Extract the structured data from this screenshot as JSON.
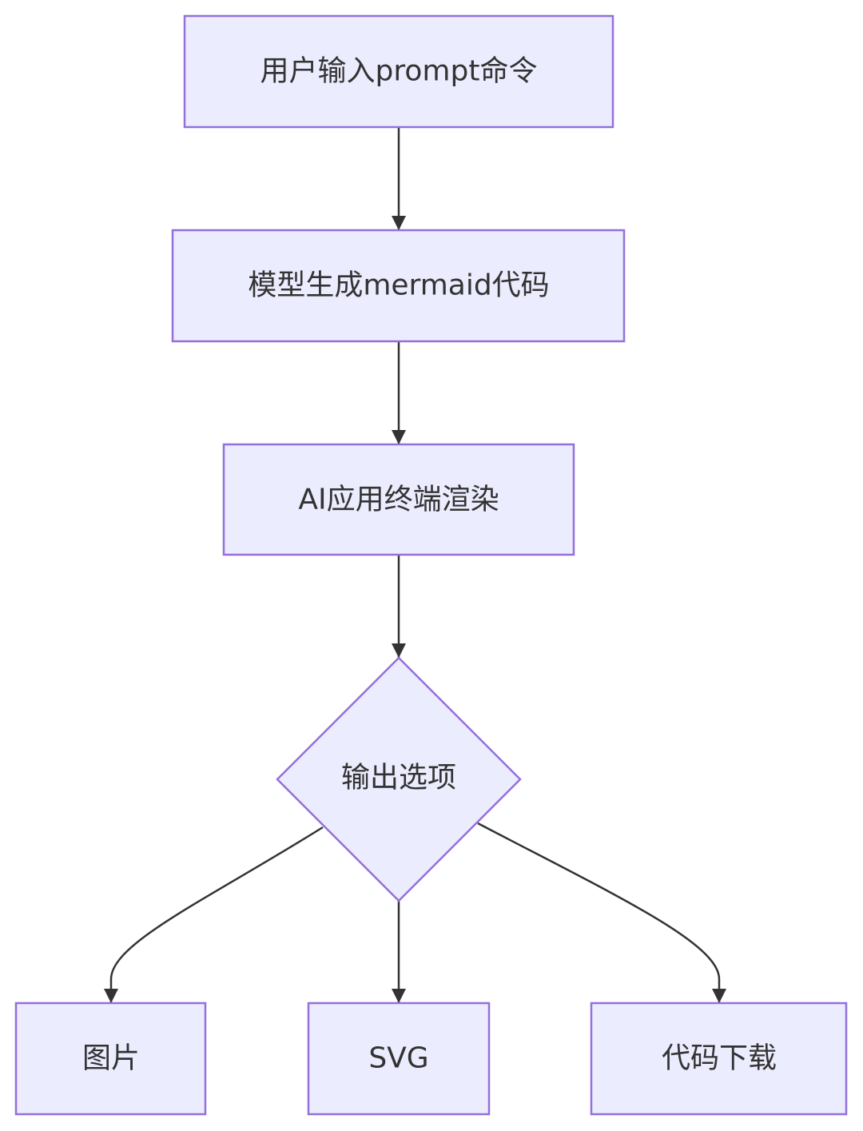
{
  "nodes": [
    {
      "id": "A",
      "label": "用户输入prompt命令",
      "shape": "rect"
    },
    {
      "id": "B",
      "label": "模型生成mermaid代码",
      "shape": "rect"
    },
    {
      "id": "C",
      "label": "AI应用终端渲染",
      "shape": "rect"
    },
    {
      "id": "D",
      "label": "输出选项",
      "shape": "diamond"
    },
    {
      "id": "E",
      "label": "图片",
      "shape": "rect"
    },
    {
      "id": "F",
      "label": "SVG",
      "shape": "rect"
    },
    {
      "id": "G",
      "label": "代码下载",
      "shape": "rect"
    }
  ],
  "edges": [
    {
      "from": "A",
      "to": "B"
    },
    {
      "from": "B",
      "to": "C"
    },
    {
      "from": "C",
      "to": "D"
    },
    {
      "from": "D",
      "to": "E"
    },
    {
      "from": "D",
      "to": "F"
    },
    {
      "from": "D",
      "to": "G"
    }
  ],
  "colors": {
    "node_fill": "#ECECFF",
    "node_stroke": "#9370DB",
    "text": "#333333",
    "edge": "#333333",
    "background": "#FFFFFF"
  }
}
